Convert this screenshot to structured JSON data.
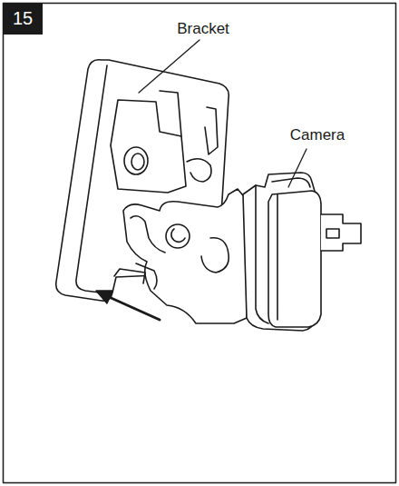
{
  "diagram": {
    "nodes": [
      {
        "text": [
          "15"
        ]
      }
    ],
    "labels": [
      "Bracket",
      "Camera"
    ]
  }
}
